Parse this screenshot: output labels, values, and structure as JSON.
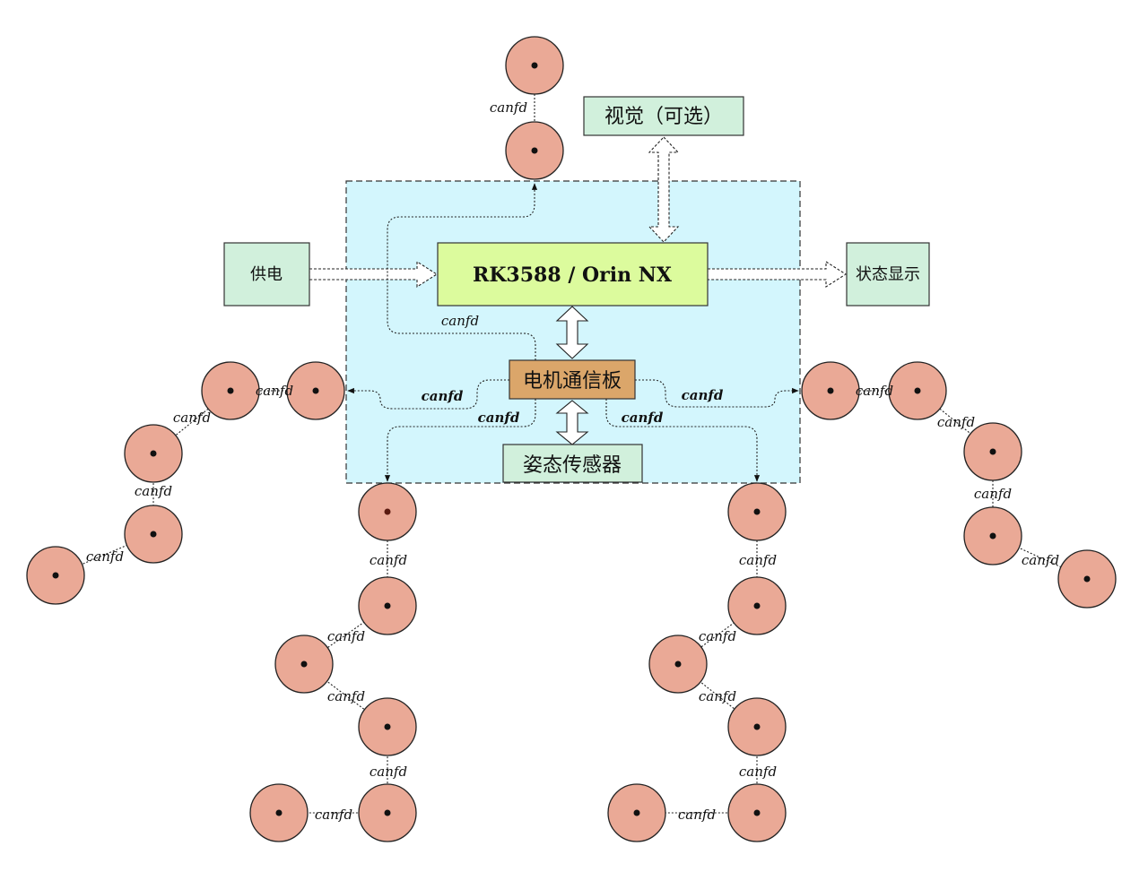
{
  "boxes": {
    "main": "RK3588 / Orin NX",
    "vision": "视觉（可选）",
    "power": "供电",
    "status": "状态显示",
    "motor": "电机通信板",
    "imu": "姿态传感器"
  },
  "edge_label": "canfd",
  "colors": {
    "domain_fill": "#d3f6fd",
    "main_fill": "#dcfb9d",
    "aux_fill": "#d1f0dc",
    "motor_fill": "#dba66a",
    "joint_fill": "#eaa996"
  }
}
